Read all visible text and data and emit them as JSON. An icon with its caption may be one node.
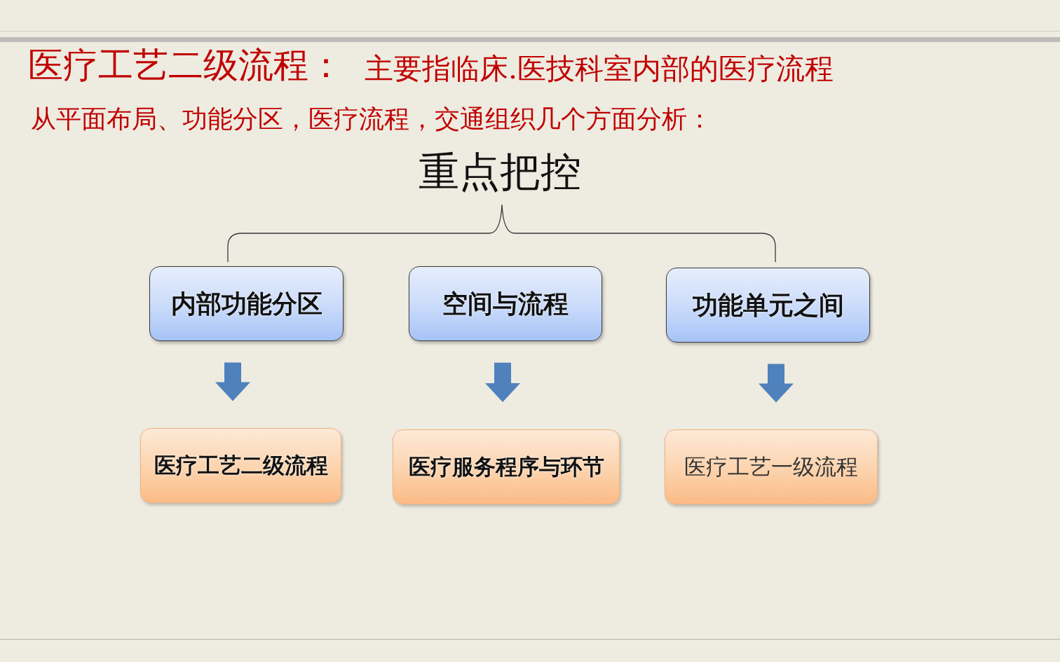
{
  "diagram": {
    "title": "医疗工艺二级流程：",
    "nodes": [
      {
        "text": [
          "内部功能分区"
        ]
      },
      {
        "text": [
          "空间与流程"
        ]
      },
      {
        "text": [
          "功能单元之间"
        ]
      },
      {
        "text": [
          "医疗工艺二级流程"
        ]
      },
      {
        "text": [
          "医疗服务程序与环节"
        ]
      },
      {
        "text": [
          "医疗工艺一级流程"
        ]
      }
    ],
    "edges": [
      {
        "from": 0,
        "to": 3,
        "arrow": "to",
        "style": "thick"
      },
      {
        "from": 1,
        "to": 4,
        "arrow": "to",
        "style": "thick"
      },
      {
        "from": 2,
        "to": 5,
        "arrow": "to",
        "style": "thick"
      }
    ],
    "labels": [
      "主要指临床.医技科室内部的医疗流程",
      "从平面布局、功能分区，医疗流程，交通组织几个方面分析：",
      "重点把控"
    ]
  }
}
